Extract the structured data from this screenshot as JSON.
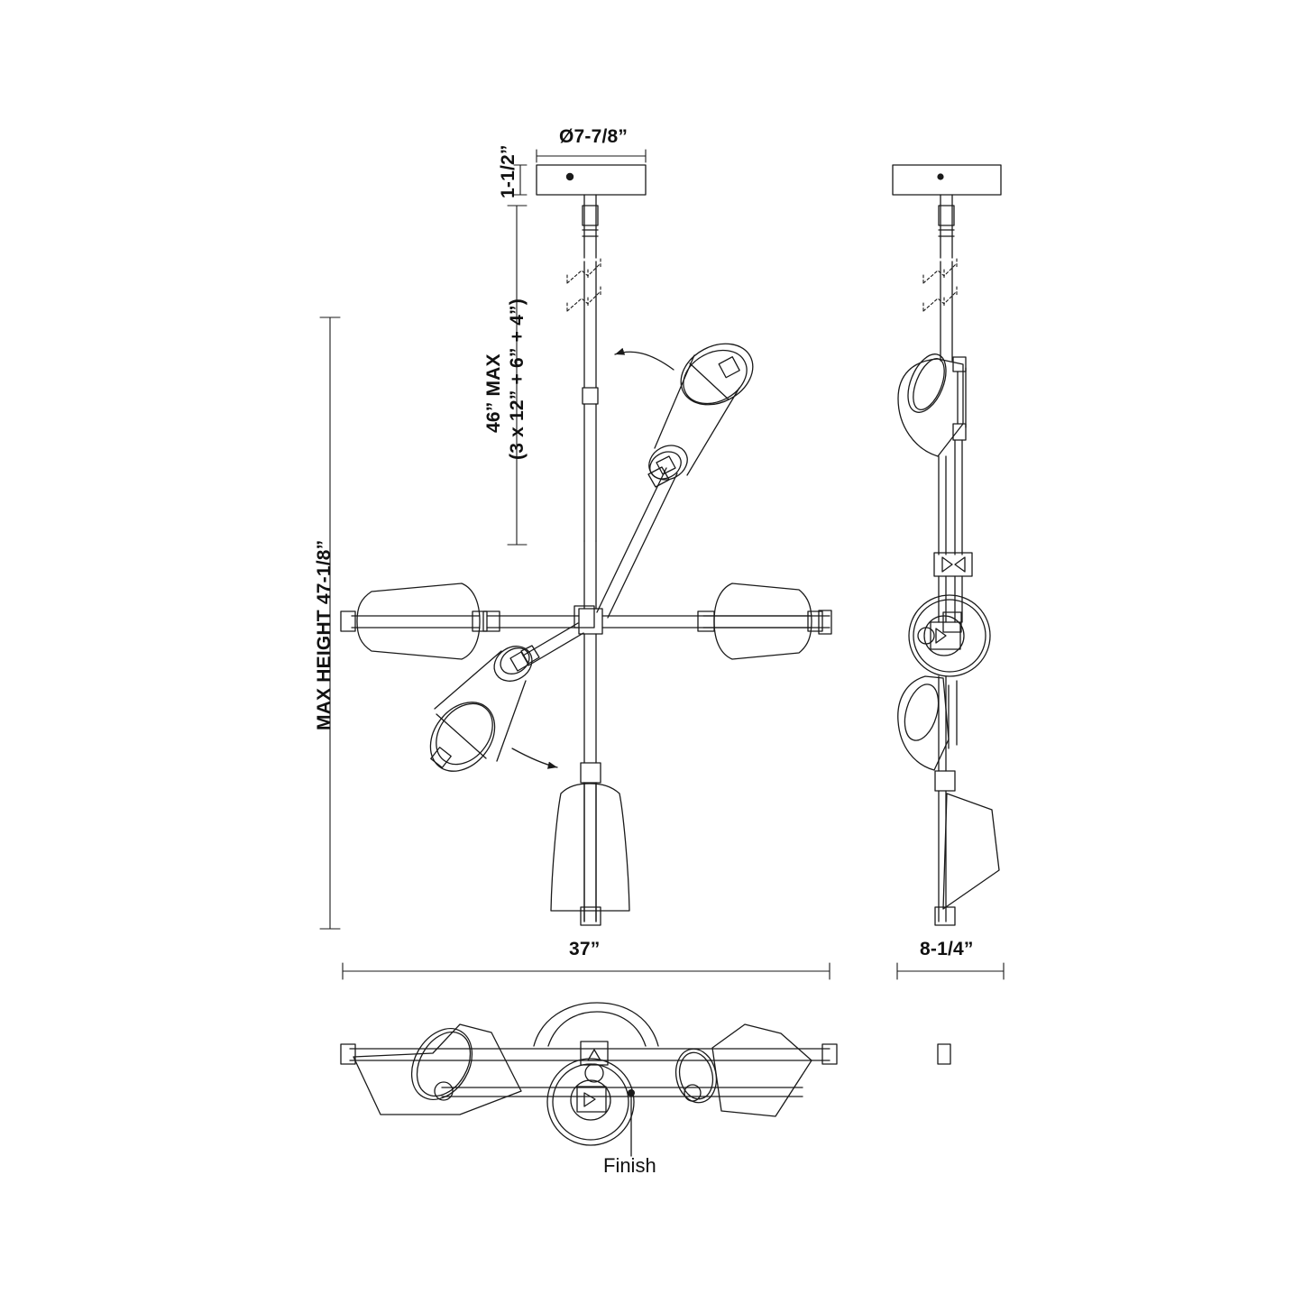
{
  "sheet": {
    "type": "technical-spec-drawing",
    "background": "#ffffff",
    "line_color": "#1a1a1a",
    "product": "6-light adjustable chandelier"
  },
  "dimensions": {
    "canopy_diameter": "Ø7-7/8”",
    "canopy_height": "1-1/2”",
    "downrod_max": "46” MAX",
    "downrod_breakdown": "(3 x 12” + 6” + 4”)",
    "max_height": "MAX HEIGHT 47-1/8”",
    "overall_width": "37”",
    "side_depth": "8-1/4”"
  },
  "annotations": {
    "finish_label": "Finish"
  },
  "views": {
    "front": "front-elevation",
    "side": "side-elevation",
    "bottom": "bottom-plan"
  }
}
